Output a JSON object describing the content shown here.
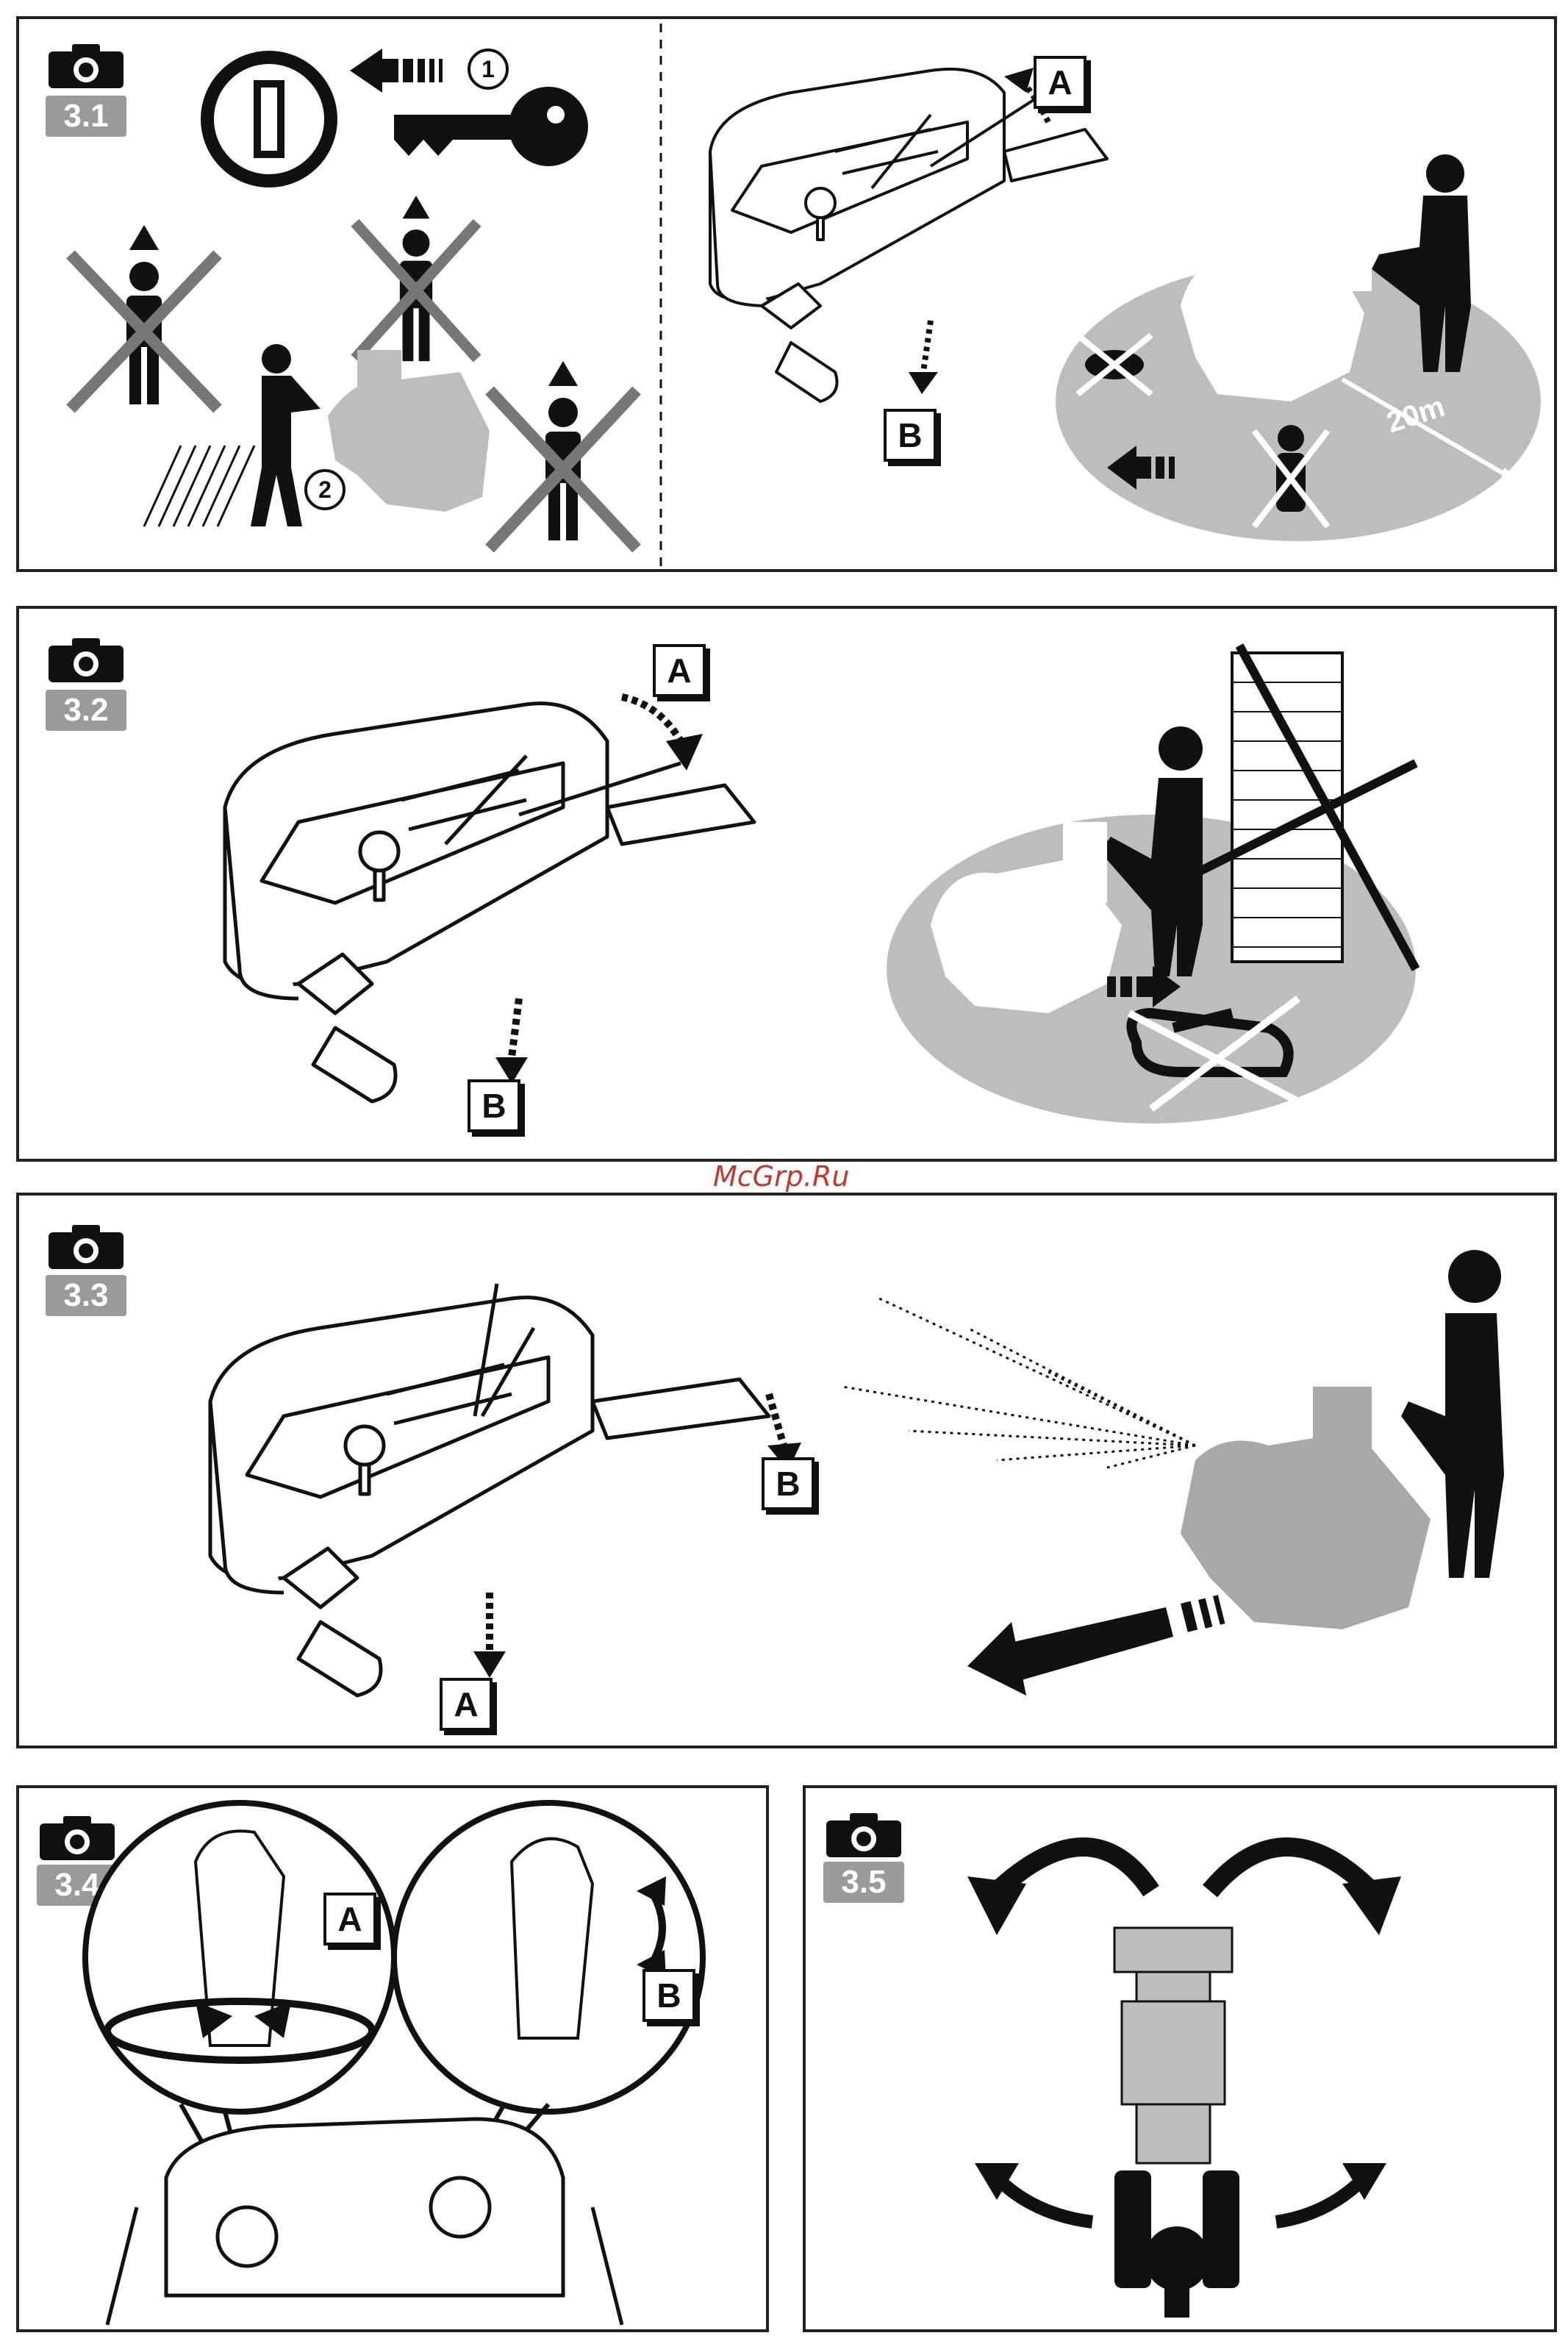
{
  "watermark": "McGrp.Ru",
  "panels": [
    {
      "id": "3.1",
      "badge": "3.1",
      "step_one": "1",
      "step_two": "2",
      "label_a": "A",
      "label_b": "B",
      "distance": "20m"
    },
    {
      "id": "3.2",
      "badge": "3.2",
      "label_a": "A",
      "label_b": "B"
    },
    {
      "id": "3.3",
      "badge": "3.3",
      "label_a": "A",
      "label_b": "B"
    },
    {
      "id": "3.4",
      "badge": "3.4",
      "label_a": "A",
      "label_b": "B"
    },
    {
      "id": "3.5",
      "badge": "3.5"
    }
  ],
  "icons": [
    "camera-icon",
    "ignition-switch-icon",
    "key-icon",
    "warning-triangle-icon",
    "person-icon",
    "cross-out-icon",
    "arrow-icon",
    "brick-wall-icon",
    "sled-icon",
    "snowblower-icon"
  ],
  "colors": {
    "badge": "#9a9a9a",
    "ground": "#bdbdbd",
    "ink": "#111111",
    "watermark": "#c0392b"
  }
}
